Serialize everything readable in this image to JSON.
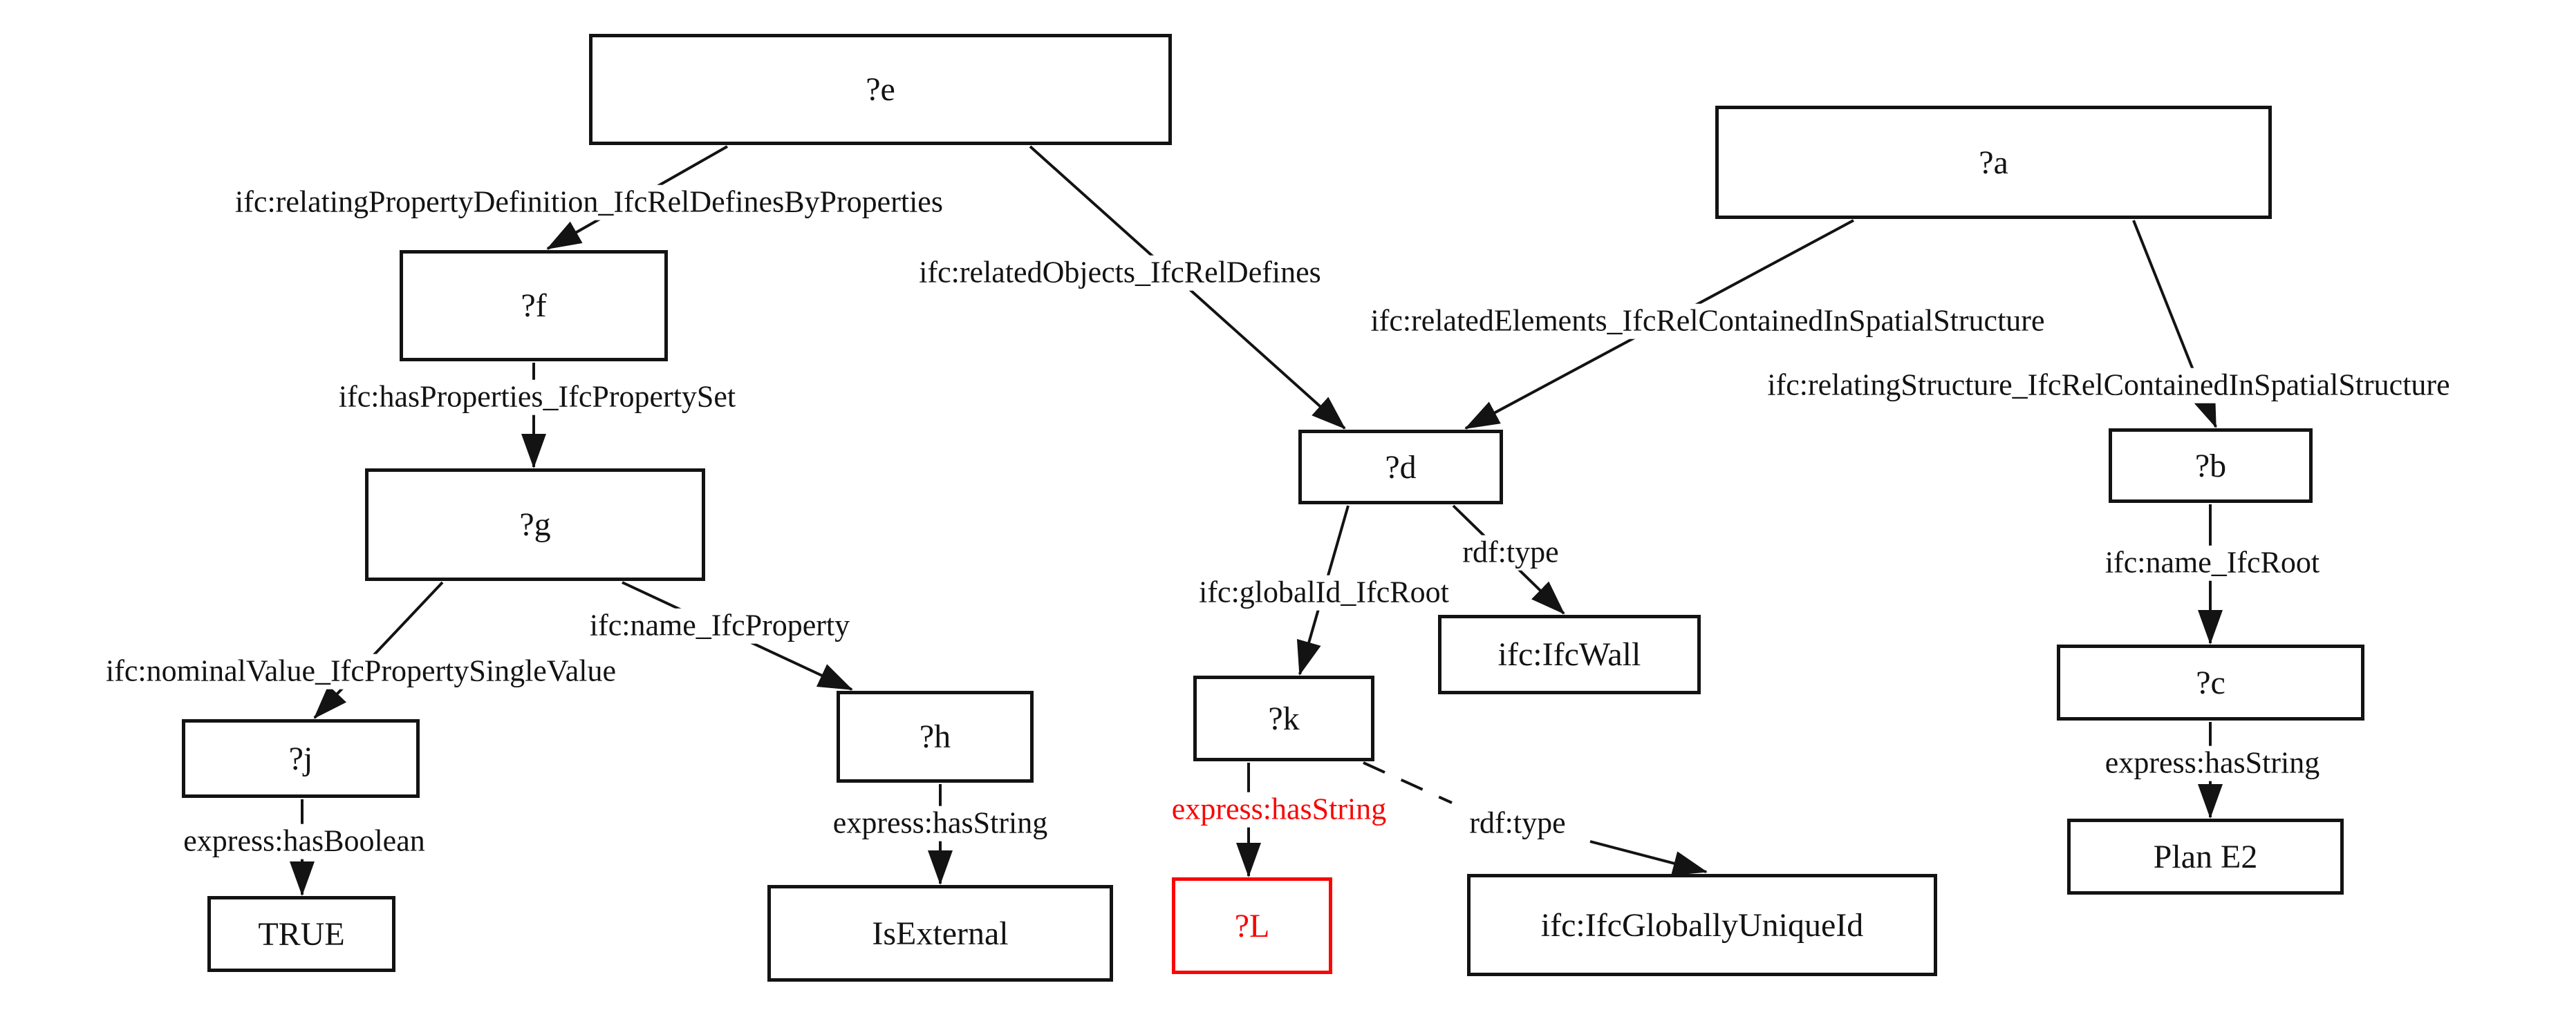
{
  "diagram": {
    "background": "#ffffff",
    "colors": {
      "line": "#131313",
      "highlight": "#f90606"
    },
    "nodes": {
      "e": "?e",
      "a": "?a",
      "f": "?f",
      "g": "?g",
      "d": "?d",
      "b": "?b",
      "j": "?j",
      "h": "?h",
      "k": "?k",
      "c": "?c",
      "L": "?L",
      "true_value": "TRUE",
      "is_external": "IsExternal",
      "ifc_wall": "ifc:IfcWall",
      "ifc_globally_unique_id": "ifc:IfcGloballyUniqueId",
      "plan_e2": "Plan E2"
    },
    "edge_labels": {
      "relating_property_definition": "ifc:relatingPropertyDefinition_IfcRelDefinesByProperties",
      "related_objects": "ifc:relatedObjects_IfcRelDefines",
      "related_elements": "ifc:relatedElements_IfcRelContainedInSpatialStructure",
      "relating_structure": "ifc:relatingStructure_IfcRelContainedInSpatialStructure",
      "has_properties": "ifc:hasProperties_IfcPropertySet",
      "name_ifc_property": "ifc:name_IfcProperty",
      "nominal_value": "ifc:nominalValue_IfcPropertySingleValue",
      "has_boolean": "express:hasBoolean",
      "has_string_h": "express:hasString",
      "has_string_k": "express:hasString",
      "has_string_c": "express:hasString",
      "rdf_type_d": "rdf:type",
      "rdf_type_k": "rdf:type",
      "global_id": "ifc:globalId_IfcRoot",
      "name_ifc_root": "ifc:name_IfcRoot"
    }
  }
}
